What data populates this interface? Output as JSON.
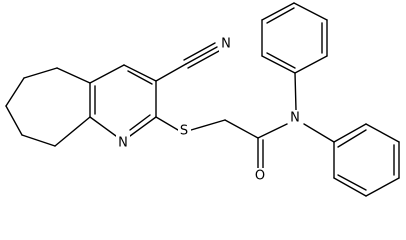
{
  "figure": {
    "kind": "chemical-structure",
    "background": "#ffffff",
    "line_color": "#000000"
  },
  "atoms": {
    "nitrile_n": "N",
    "pyridine_n": "N",
    "thioether_s": "S",
    "carbonyl_o": "O",
    "amide_n": "N"
  }
}
